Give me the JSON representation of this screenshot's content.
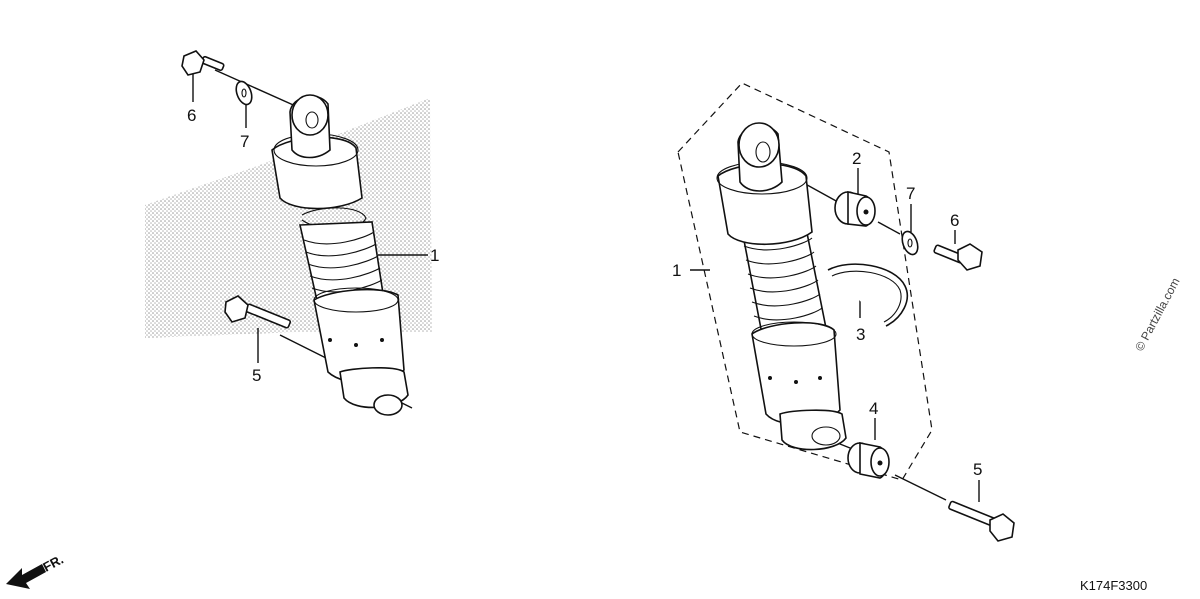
{
  "callouts": {
    "left_6": "6",
    "left_7": "7",
    "left_1": "1",
    "left_5": "5",
    "right_1": "1",
    "right_2": "2",
    "right_3": "3",
    "right_4": "4",
    "right_5": "5",
    "right_6": "6",
    "right_7": "7"
  },
  "diagram_code": "K174F3300",
  "watermark": "© Partzilla.com",
  "front_arrow": "FR."
}
